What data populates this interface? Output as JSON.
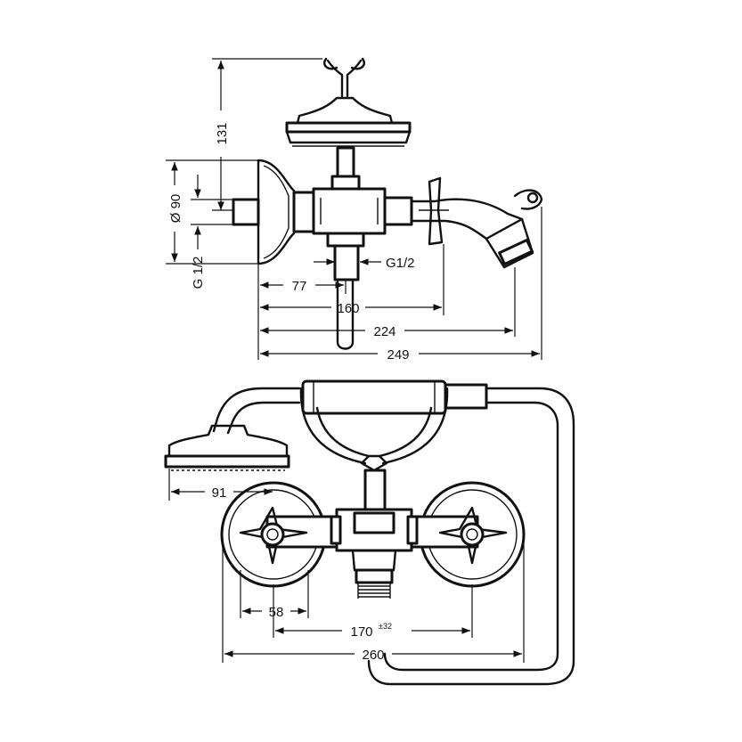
{
  "dimensions": {
    "side_view": {
      "height_131": "131",
      "diameter_90": "Ø 90",
      "thread_g12_vertical": "G 1/2",
      "thread_g12_outlet": "G1/2",
      "width_77": "77",
      "width_160": "160",
      "width_224": "224",
      "width_249": "249"
    },
    "front_view": {
      "width_91": "91",
      "width_58": "58",
      "width_170": "170",
      "tolerance_170": "±32",
      "width_260": "260"
    }
  }
}
